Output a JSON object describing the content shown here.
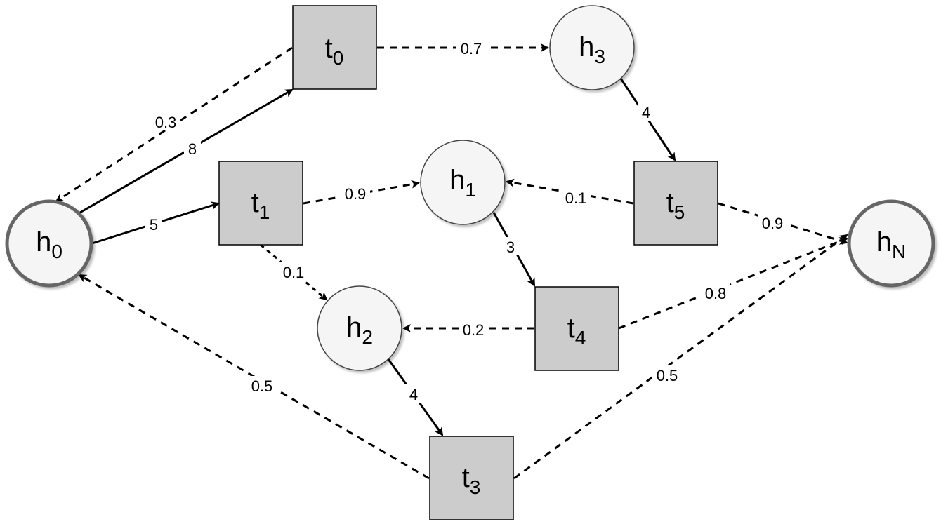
{
  "nodes": {
    "h0": {
      "name": "h",
      "sub": "0"
    },
    "t0": {
      "name": "t",
      "sub": "0"
    },
    "h3": {
      "name": "h",
      "sub": "3"
    },
    "t1": {
      "name": "t",
      "sub": "1"
    },
    "h1": {
      "name": "h",
      "sub": "1"
    },
    "t5": {
      "name": "t",
      "sub": "5"
    },
    "hN": {
      "name": "h",
      "sub": "N"
    },
    "h2": {
      "name": "h",
      "sub": "2"
    },
    "t4": {
      "name": "t",
      "sub": "4"
    },
    "t3": {
      "name": "t",
      "sub": "3"
    }
  },
  "edges": {
    "h0_t0": {
      "label": "8",
      "style": "solid"
    },
    "t0_h0": {
      "label": "0.3",
      "style": "dashed"
    },
    "t0_h3": {
      "label": "0.7",
      "style": "dashed"
    },
    "h3_t5": {
      "label": "4",
      "style": "solid"
    },
    "h0_t1": {
      "label": "5",
      "style": "solid"
    },
    "t1_h1": {
      "label": "0.9",
      "style": "dashed"
    },
    "t5_h1": {
      "label": "0.1",
      "style": "dashed"
    },
    "t5_hN": {
      "label": "0.9",
      "style": "dashed"
    },
    "h1_t4": {
      "label": "3",
      "style": "solid"
    },
    "t1_h2": {
      "label": "0.1",
      "style": "dashed"
    },
    "t4_h2": {
      "label": "0.2",
      "style": "dashed"
    },
    "t4_hN": {
      "label": "0.8",
      "style": "dashed"
    },
    "h2_t3": {
      "label": "4",
      "style": "solid"
    },
    "t3_h0": {
      "label": "0.5",
      "style": "dashed"
    },
    "t3_hN": {
      "label": "0.5",
      "style": "dashed"
    }
  },
  "colors": {
    "square_fill": "#cccccc",
    "circle_fill": "#f5f5f5",
    "terminal_stroke": "#666666",
    "edge": "#000000"
  }
}
